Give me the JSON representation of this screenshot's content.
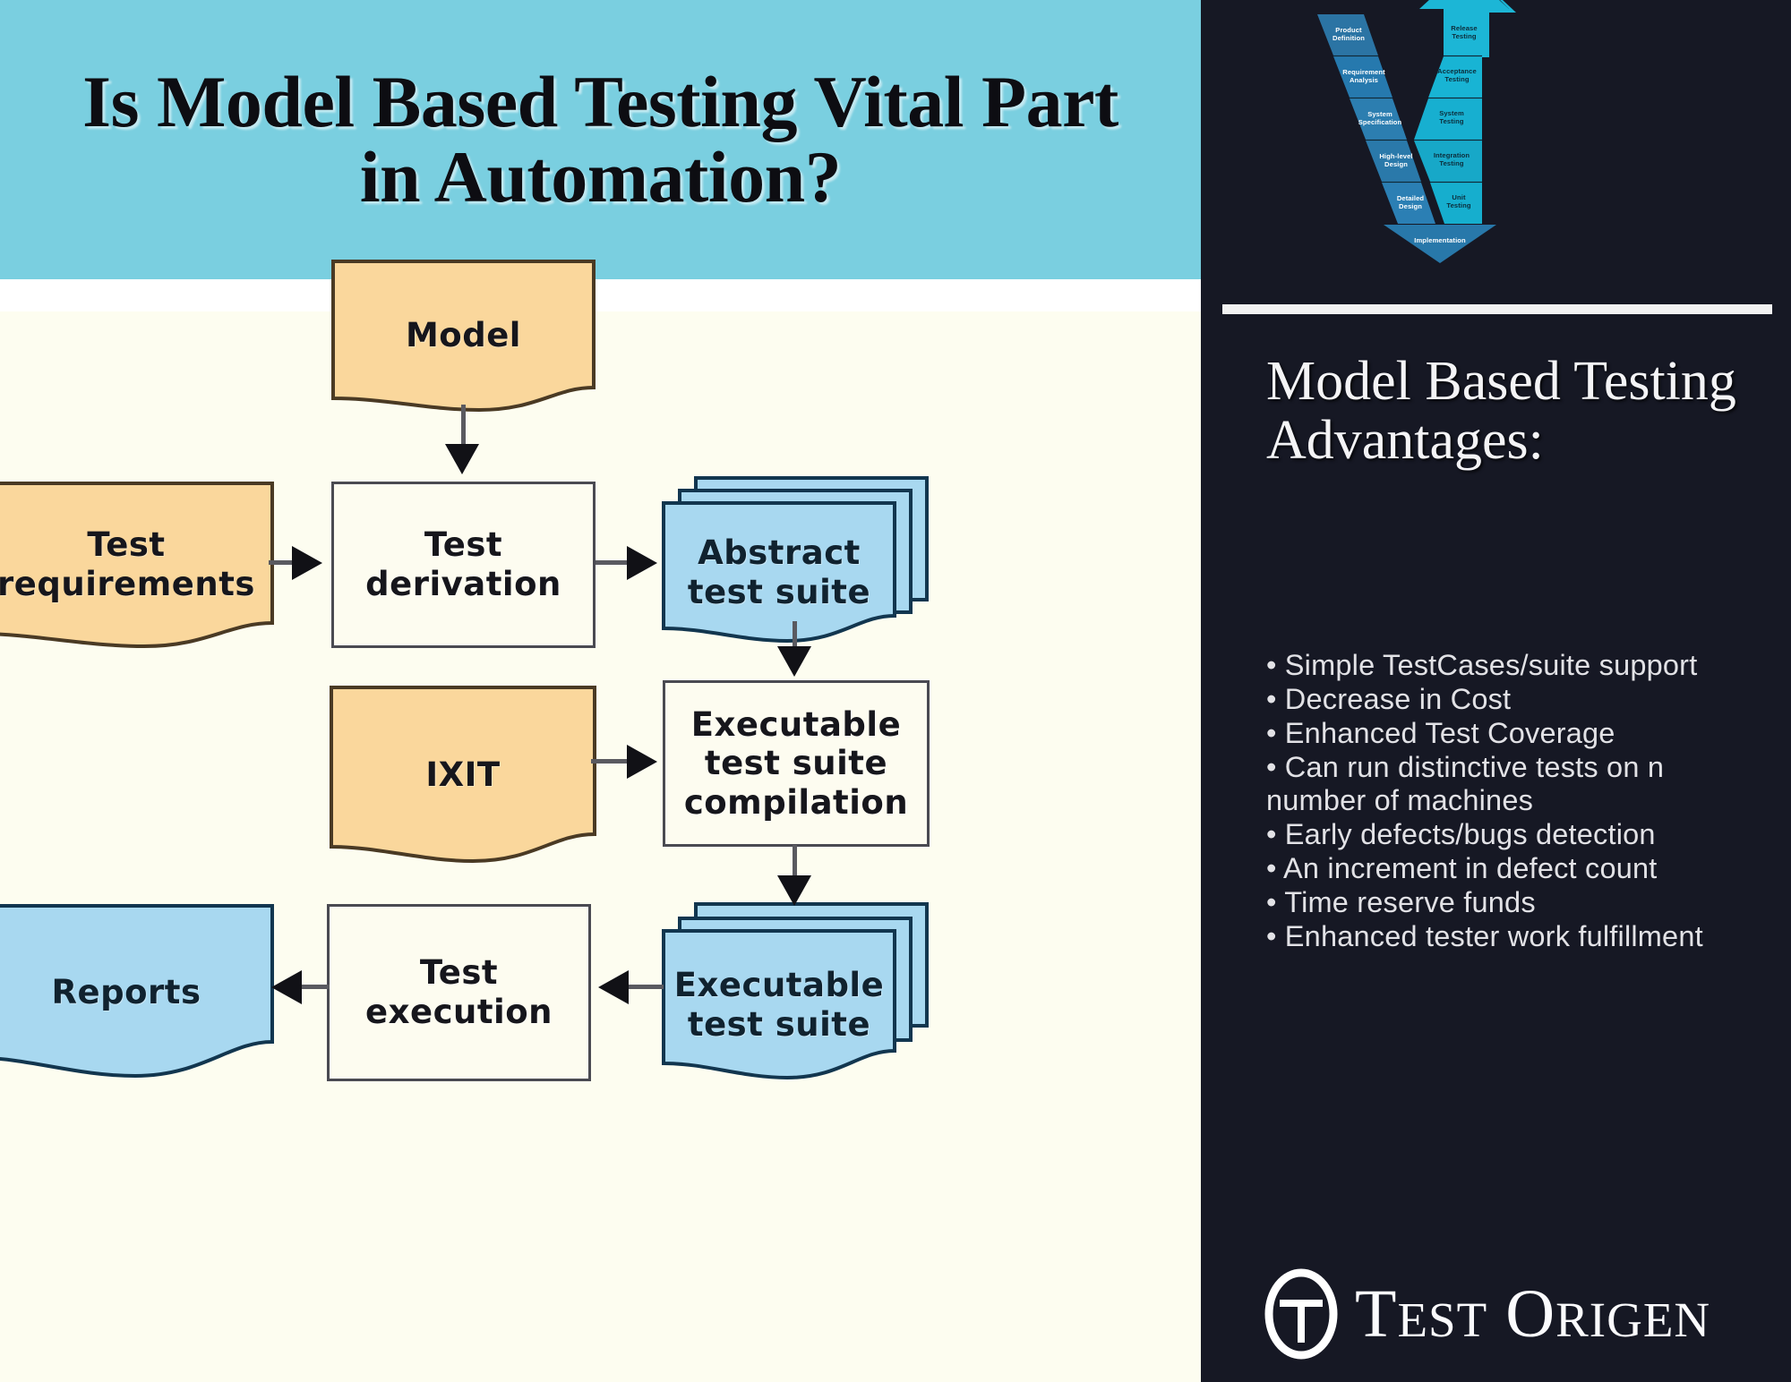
{
  "header": {
    "title": "Is Model Based Testing Vital Part in Automation?",
    "band_color": "#7ACFE0"
  },
  "flowchart": {
    "background_color": "#FDFDF0",
    "document_fill": "#FAD79C",
    "document_border": "#4a3a24",
    "process_fill": "#FDFCF0",
    "process_border": "#4a4a52",
    "suite_fill": "#A8D8F0",
    "suite_border": "#12364f",
    "nodes": {
      "model": "Model",
      "test_requirements": "Test\nrequirements",
      "test_derivation": "Test\nderivation",
      "abstract_test_suite": "Abstract\ntest suite",
      "ixit": "IXIT",
      "executable_test_suite_compilation": "Executable\ntest suite\ncompilation",
      "executable_test_suite": "Executable\ntest suite",
      "test_execution": "Test\nexecution",
      "reports": "Reports"
    },
    "edges": [
      {
        "from": "model",
        "to": "test_derivation",
        "direction": "down"
      },
      {
        "from": "test_requirements",
        "to": "test_derivation",
        "direction": "right"
      },
      {
        "from": "test_derivation",
        "to": "abstract_test_suite",
        "direction": "right"
      },
      {
        "from": "abstract_test_suite",
        "to": "executable_test_suite_compilation",
        "direction": "down"
      },
      {
        "from": "ixit",
        "to": "executable_test_suite_compilation",
        "direction": "right"
      },
      {
        "from": "executable_test_suite_compilation",
        "to": "executable_test_suite",
        "direction": "down"
      },
      {
        "from": "executable_test_suite",
        "to": "test_execution",
        "direction": "left"
      },
      {
        "from": "test_execution",
        "to": "reports",
        "direction": "left"
      }
    ]
  },
  "sidebar": {
    "background_color": "#161824",
    "vmodel": {
      "left_branch_color": "#2279AE",
      "right_branch_color": "#18ACCC",
      "left_stages": [
        "Product\nDefinition",
        "Requirement\nAnalysis",
        "System\nSpecification",
        "High-level\nDesign",
        "Detailed\nDesign"
      ],
      "right_stages": [
        "Release\nTesting",
        "Acceptance\nTesting",
        "System\nTesting",
        "Integration\nTesting",
        "Unit\nTesting"
      ],
      "bottom_stage": "Implementation"
    },
    "advantages_heading": "Model Based Testing Advantages:",
    "advantages": [
      "• Simple TestCases/suite support",
      "• Decrease in Cost",
      "• Enhanced Test Coverage",
      "• Can run distinctive tests on n number of machines",
      "• Early defects/bugs detection",
      "• An increment in defect count",
      "• Time reserve funds",
      "• Enhanced tester work fulfillment"
    ],
    "logo": {
      "word_first": "T",
      "word_first_rest": "EST",
      "word_second": "O",
      "word_second_rest": "RIGEN",
      "full": "Test Origen"
    }
  }
}
